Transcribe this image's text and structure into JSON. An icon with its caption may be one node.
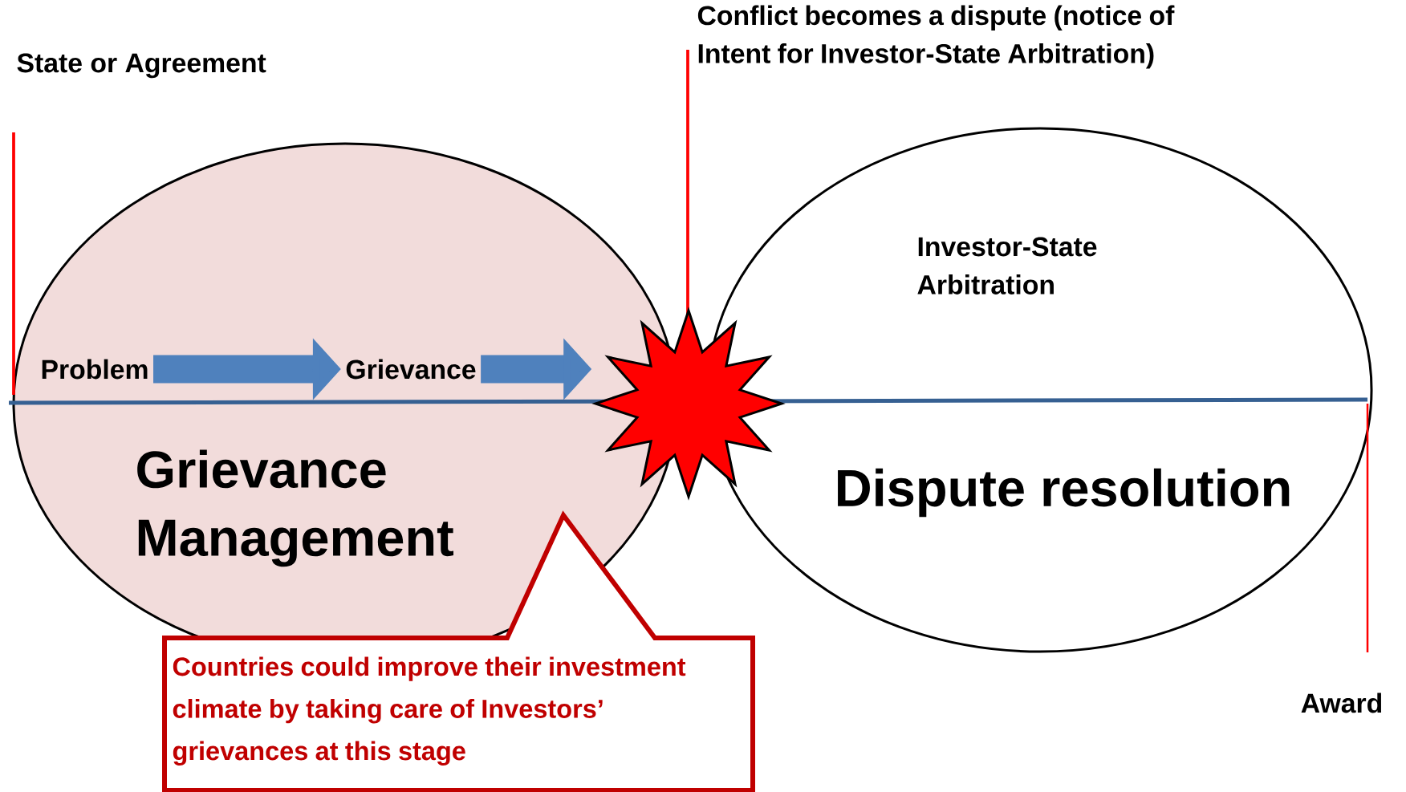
{
  "diagram": {
    "nodes": [
      {
        "text": [
          "Grievance Management"
        ]
      },
      {
        "text": [
          "Problem"
        ],
        "in": 0
      },
      {
        "text": [
          "Grievance"
        ],
        "in": 0
      },
      {
        "text": [],
        "shape": "star"
      },
      {
        "text": [
          "Investor-State Arbitration",
          "Dispute resolution"
        ]
      },
      {
        "text": [
          "Countries could improve their investment climate by taking care of Investors’ grievances at this stage"
        ]
      }
    ],
    "edges": [
      {
        "from": 1,
        "to": 2,
        "arrow": "to"
      },
      {
        "from": 2,
        "to": 3,
        "arrow": "to"
      }
    ],
    "labels": [
      "State or Agreement",
      "Conflict becomes a dispute (notice of Intent for Investor-State Arbitration)",
      "Award"
    ]
  }
}
